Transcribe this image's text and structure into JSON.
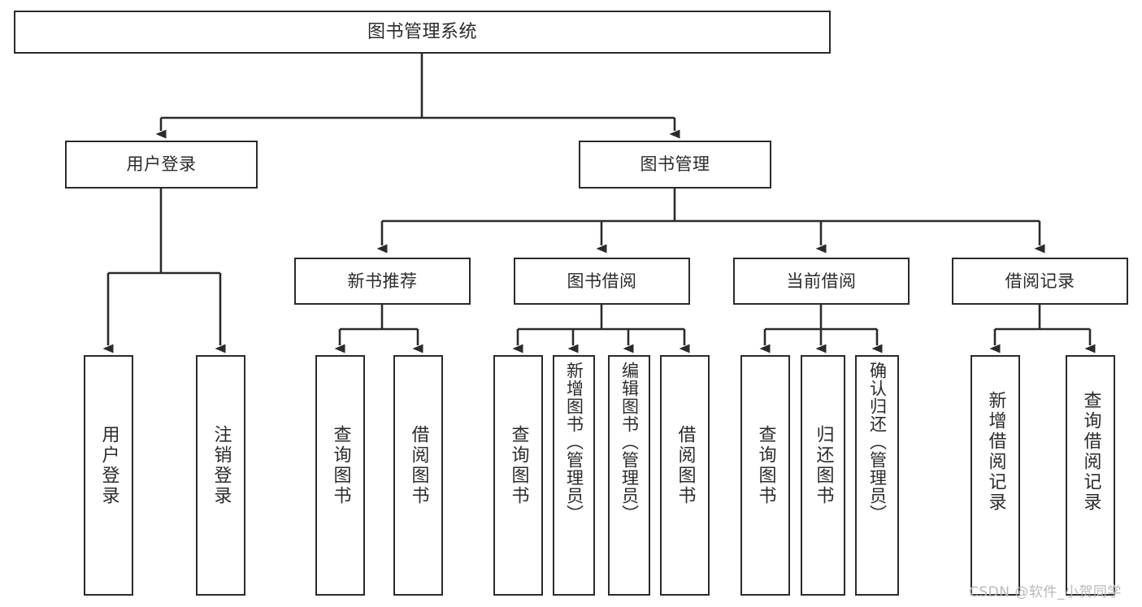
{
  "diagram": {
    "title": "图书管理系统",
    "type": "hierarchy-tree",
    "watermark": "CSDN @软件_小贺同学",
    "colors": {
      "stroke": "#2b2b2b",
      "fill": "#ffffff",
      "background": "#ffffff",
      "watermark": "#b9b9b9"
    },
    "root": {
      "id": "root",
      "label": "图书管理系统"
    },
    "level1": [
      {
        "id": "user-login",
        "label": "用户登录"
      },
      {
        "id": "book-manage",
        "label": "图书管理"
      }
    ],
    "level2": [
      {
        "id": "new-book-recommend",
        "label": "新书推荐",
        "parent": "book-manage"
      },
      {
        "id": "book-borrow",
        "label": "图书借阅",
        "parent": "book-manage"
      },
      {
        "id": "current-borrow",
        "label": "当前借阅",
        "parent": "book-manage"
      },
      {
        "id": "borrow-record",
        "label": "借阅记录",
        "parent": "book-manage"
      }
    ],
    "leaves": [
      {
        "id": "leaf-user-login",
        "label": "用户登录",
        "parent": "user-login"
      },
      {
        "id": "leaf-logout-login",
        "label": "注销登录",
        "parent": "user-login"
      },
      {
        "id": "leaf-query-book-1",
        "label": "查询图书",
        "parent": "new-book-recommend"
      },
      {
        "id": "leaf-borrow-book-1",
        "label": "借阅图书",
        "parent": "new-book-recommend"
      },
      {
        "id": "leaf-query-book-2",
        "label": "查询图书",
        "parent": "book-borrow"
      },
      {
        "id": "leaf-add-book",
        "label": "新增图书（管理员）",
        "parent": "book-borrow"
      },
      {
        "id": "leaf-edit-book",
        "label": "编辑图书（管理员）",
        "parent": "book-borrow"
      },
      {
        "id": "leaf-borrow-book-2",
        "label": "借阅图书",
        "parent": "book-borrow"
      },
      {
        "id": "leaf-query-book-3",
        "label": "查询图书",
        "parent": "current-borrow"
      },
      {
        "id": "leaf-return-book",
        "label": "归还图书",
        "parent": "current-borrow"
      },
      {
        "id": "leaf-confirm-return",
        "label": "确认归还（管理员）",
        "parent": "current-borrow"
      },
      {
        "id": "leaf-add-record",
        "label": "新增借阅记录",
        "parent": "borrow-record"
      },
      {
        "id": "leaf-query-record",
        "label": "查询借阅记录",
        "parent": "borrow-record"
      }
    ]
  }
}
